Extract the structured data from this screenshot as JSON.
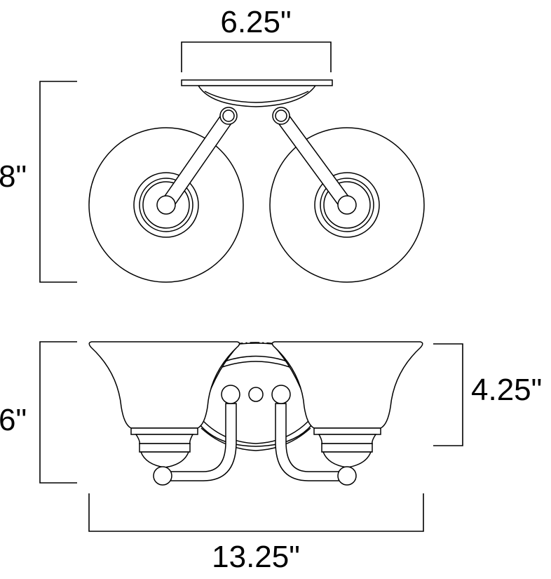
{
  "dimensions": {
    "canopy_width": "6.25\"",
    "top_view_height": "8\"",
    "front_view_height": "6\"",
    "shade_height": "4.25\"",
    "overall_width": "13.25\""
  }
}
